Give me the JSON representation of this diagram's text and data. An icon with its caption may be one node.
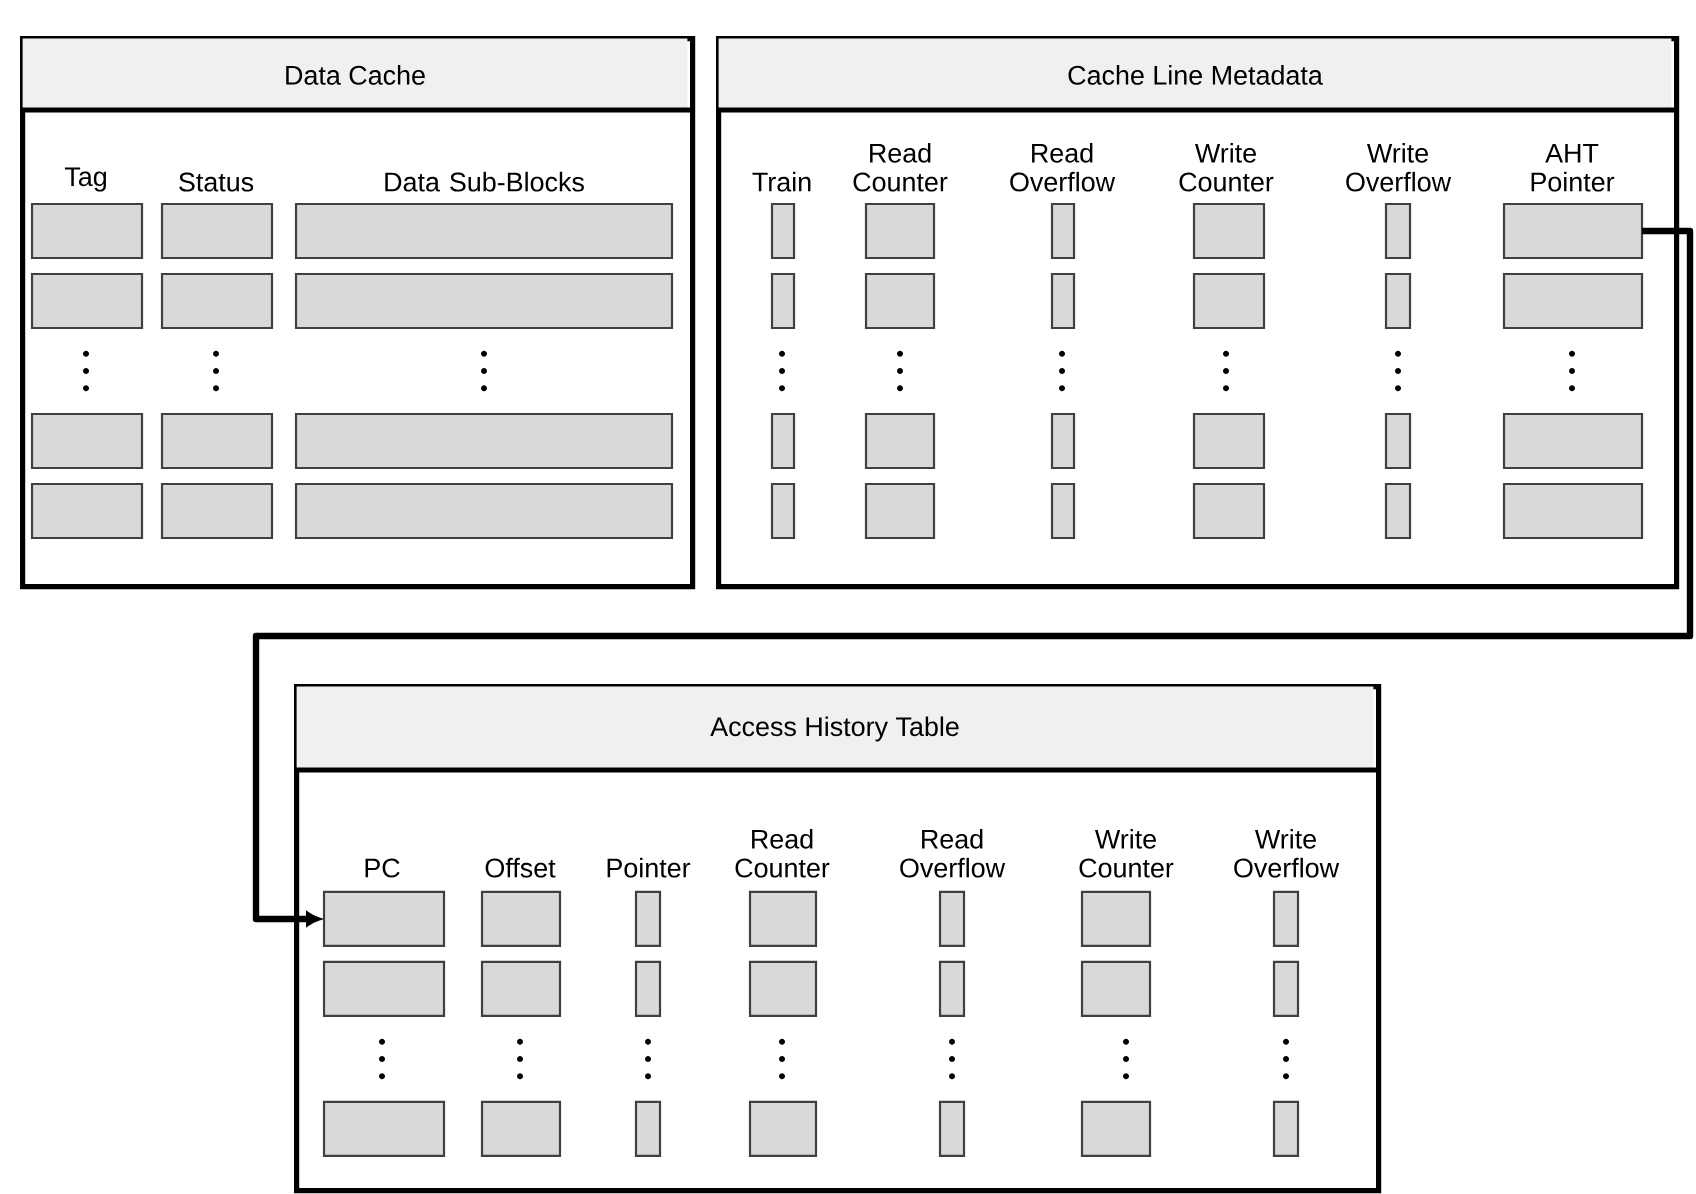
{
  "diagram": {
    "nodes": [
      {
        "text": [
          "Data Cache"
        ]
      },
      {
        "text": [
          "Cache Line Metadata"
        ]
      },
      {
        "text": [],
        "shape": "box",
        "in": 1
      },
      {
        "text": [
          "Access History Table"
        ]
      },
      {
        "text": [],
        "shape": "box",
        "in": 3
      }
    ],
    "edges": [
      {
        "from": 2,
        "to": 4,
        "arrow": "to"
      }
    ],
    "labels": [
      "Tag",
      "Status",
      "Data Sub-Blocks",
      "Train",
      "Read Counter",
      "Read Overflow",
      "Write Counter",
      "Write Overflow",
      "AHT Pointer",
      "PC",
      "Offset",
      "Pointer",
      "Read Counter",
      "Read Overflow",
      "Write Counter",
      "Write Overflow"
    ]
  }
}
